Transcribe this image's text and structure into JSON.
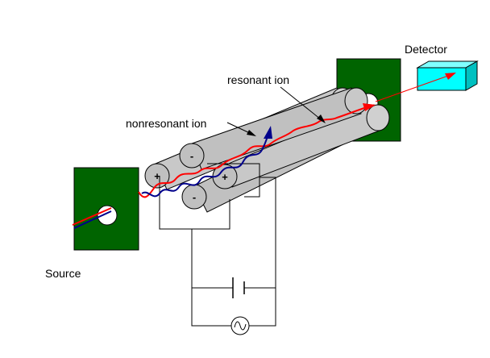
{
  "labels": {
    "detector": "Detector",
    "resonant_ion": "resonant ion",
    "nonresonant_ion": "nonresonant ion",
    "source": "Source"
  },
  "rod_signs": {
    "top": "-",
    "left": "+",
    "right": "+",
    "bottom": "-"
  },
  "colors": {
    "plate_green": "#006400",
    "detector_cyan": "#00ffff",
    "rod_gray": "#c0c0c0",
    "resonant_ion": "#ff0000",
    "nonresonant_ion": "#00008b"
  },
  "icons": {
    "dc_source": "battery-symbol",
    "ac_source": "ac-sine-symbol"
  }
}
